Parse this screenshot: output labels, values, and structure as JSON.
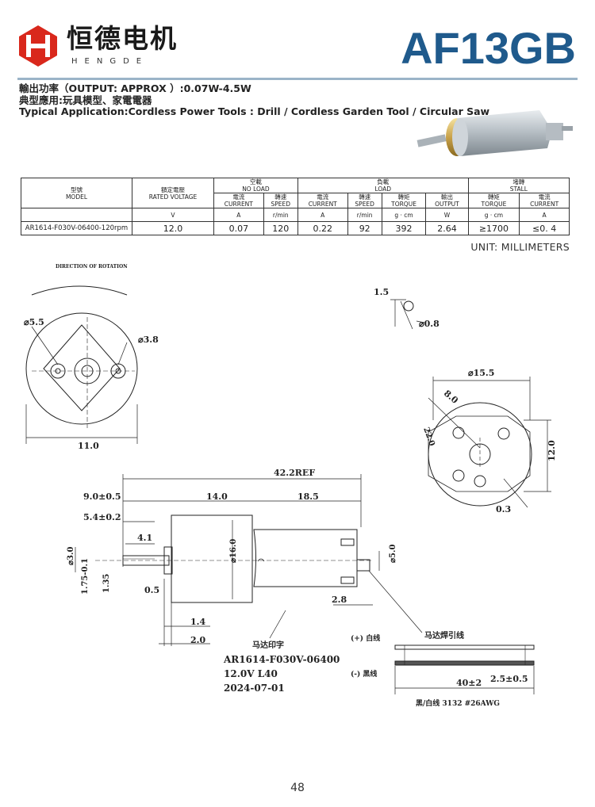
{
  "header": {
    "brand_cn": "恒德电机",
    "brand_en": "HENGDE",
    "model": "AF13GB"
  },
  "info": {
    "output": "輸出功率（OUTPUT: APPROX ）:0.07W-4.5W",
    "application_cn": "典型應用:玩具模型、家電電器",
    "application_en": "Typical Application:Cordless Power Tools : Drill / Cordless Garden Tool / Circular Saw"
  },
  "table": {
    "model_cn": "型號",
    "model_en": "MODEL",
    "rated_cn": "額定電壓",
    "rated_en": "RATED VOLTAGE",
    "noload_cn": "空載",
    "noload_en": "NO LOAD",
    "load_cn": "負載",
    "load_en": "LOAD",
    "stall_cn": "堵轉",
    "stall_en": "STALL",
    "current_cn": "電流",
    "current_en": "CURRENT",
    "speed_cn": "轉速",
    "speed_en": "SPEED",
    "torque_cn": "轉矩",
    "torque_en": "TORQUE",
    "output_cn": "輸出",
    "output_en": "OUTPUT",
    "units": [
      "V",
      "A",
      "r/min",
      "A",
      "r/min",
      "g · cm",
      "W",
      "g · cm",
      "A"
    ],
    "row": [
      "AR1614-F030V-06400-120rpm",
      "12.0",
      "0.07",
      "120",
      "0.22",
      "92",
      "392",
      "2.64",
      "≥1700",
      "≤0. 4"
    ]
  },
  "unit_label": "UNIT: MILLIMETERS",
  "drawing": {
    "rotation_label": "DIRECTION OF ROTATION",
    "d55": "⌀5.5",
    "d38": "⌀3.8",
    "w110": "11.0",
    "d15": "1.5",
    "d08": "⌀0.8",
    "d155": "⌀15.5",
    "d80": "8.0",
    "d220": "22.0",
    "d120": "12.0",
    "d03": "0.3",
    "len422": "42.2REF",
    "len90": "9.0±0.5",
    "len140": "14.0",
    "len185": "18.5",
    "len54": "5.4±0.2",
    "len41": "4.1",
    "d30": "⌀3.0",
    "l175": "1.75-0.1",
    "l135": "1.35",
    "l05": "0.5",
    "d160": "⌀16.0",
    "d50": "⌀5.0",
    "l28": "2.8",
    "l14": "1.4",
    "l20": "2.0",
    "print_title": "马达印字",
    "print_line1": "AR1614-F030V-06400",
    "print_line2": "12.0V   L40",
    "print_line3": "2024-07-01",
    "wire_title": "马达焊引线",
    "wire_plus": "(+) 白线",
    "wire_minus": "(-) 黑线",
    "wire_len": "40±2",
    "wire_strip": "2.5±0.5",
    "wire_spec": "黑/白线 3132 #26AWG"
  },
  "page_number": "48"
}
